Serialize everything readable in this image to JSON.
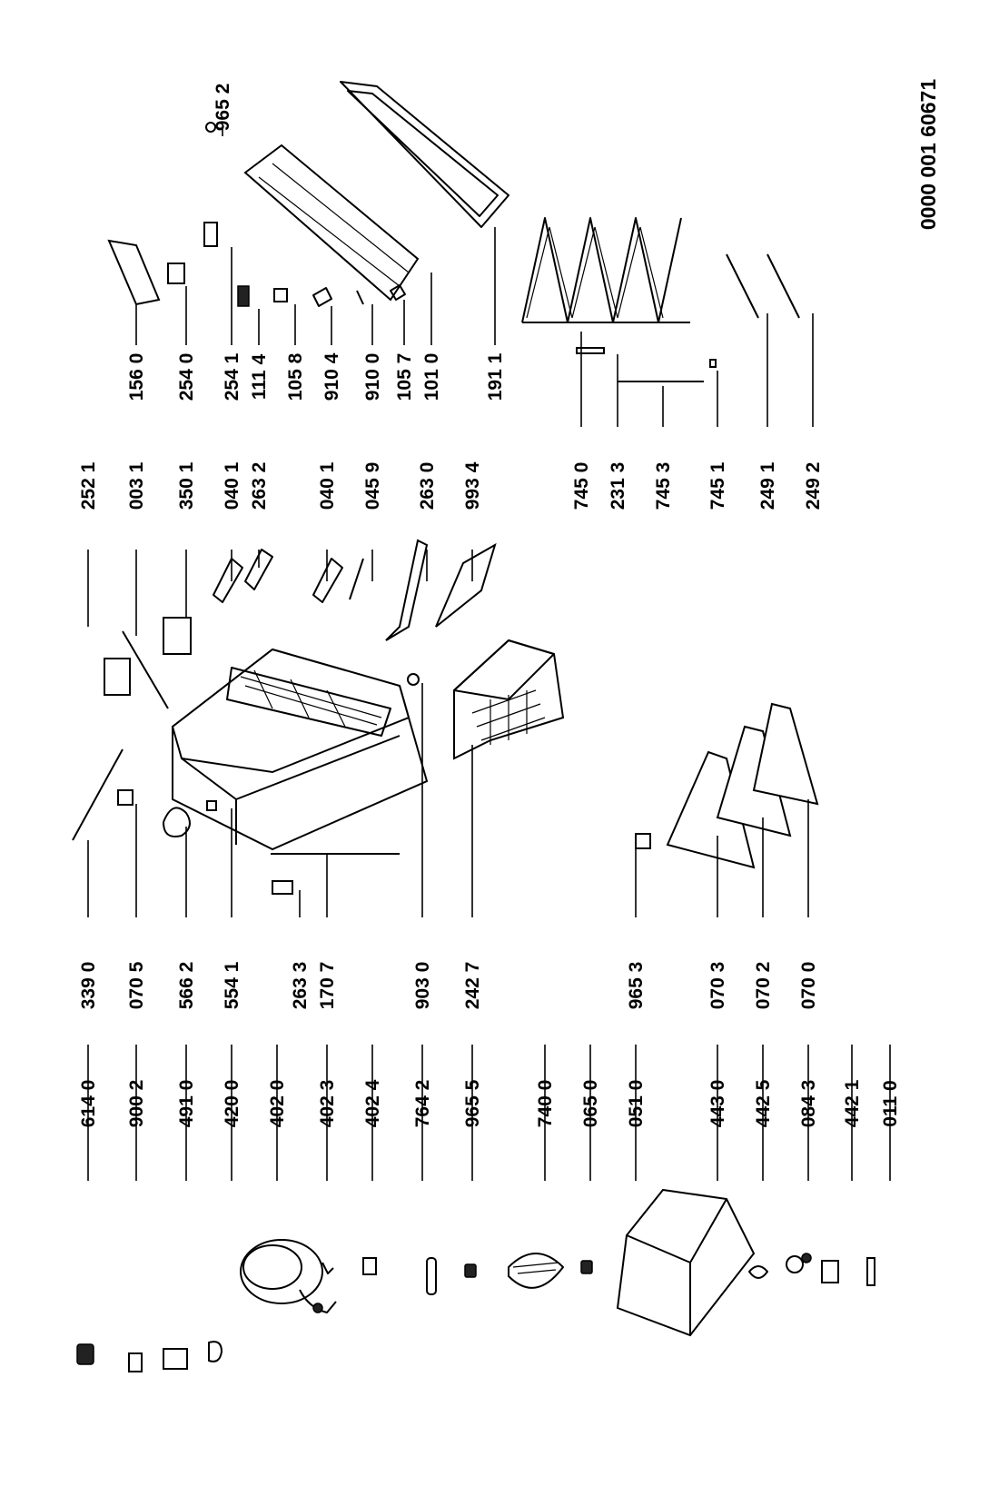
{
  "document_number": "0000 001 60671",
  "parts": {
    "p6140": "614 0",
    "p9002": "900 2",
    "p4910": "491 0",
    "p4200": "420 0",
    "p4020": "402 0",
    "p4023": "402 3",
    "p4024": "402 4",
    "p7642": "764 2",
    "p9655": "965 5",
    "p7400": "740 0",
    "p0650": "065 0",
    "p0510": "051 0",
    "p4430": "443 0",
    "p4425": "442 5",
    "p0843": "084 3",
    "p4421": "442 1",
    "p0110": "011 0",
    "p3390": "339 0",
    "p0705": "070 5",
    "p5662": "566 2",
    "p5541": "554 1",
    "p2633": "263 3",
    "p1707": "170 7",
    "p9030": "903 0",
    "p2427": "242 7",
    "p9653": "965 3",
    "p0703": "070 3",
    "p0702": "070 2",
    "p0700": "070 0",
    "p2521": "252 1",
    "p0031": "003 1",
    "p3501": "350 1",
    "p0401a": "040 1",
    "p2632": "263 2",
    "p0401b": "040 1",
    "p0459": "045 9",
    "p2630": "263 0",
    "p9934": "993 4",
    "p7450": "745 0",
    "p2313": "231 3",
    "p7453": "745 3",
    "p7451": "745 1",
    "p2491": "249 1",
    "p2492": "249 2",
    "p1560": "156 0",
    "p2540": "254 0",
    "p2541": "254 1",
    "p1114": "111 4",
    "p1058": "105 8",
    "p9104": "910 4",
    "p9100": "910 0",
    "p1057": "105 7",
    "p1010": "101 0",
    "p1911": "191 1",
    "p9652": "965 2"
  }
}
